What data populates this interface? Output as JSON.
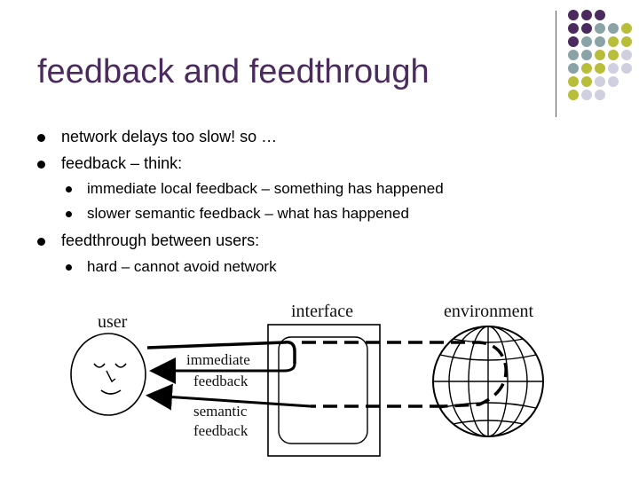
{
  "slide": {
    "title": "feedback and feedthrough",
    "bullets": [
      "network delays too slow! so …",
      "feedback – think:",
      "feedthrough between users:"
    ],
    "sub_bullets": [
      "immediate local feedback – something has happened",
      "slower semantic feedback – what has happened",
      "hard – cannot avoid network"
    ]
  },
  "diagram": {
    "user_label": "user",
    "interface_label": "interface",
    "environment_label": "environment",
    "immediate_label_1": "immediate",
    "immediate_label_2": "feedback",
    "semantic_label_1": "semantic",
    "semantic_label_2": "feedback"
  },
  "colors": {
    "title": "#4b2a5e",
    "dot_purple": "#4b2a5e",
    "dot_teal": "#8aa3a6",
    "dot_olive": "#b8bd3a",
    "dot_lilac": "#cfcfe0"
  }
}
